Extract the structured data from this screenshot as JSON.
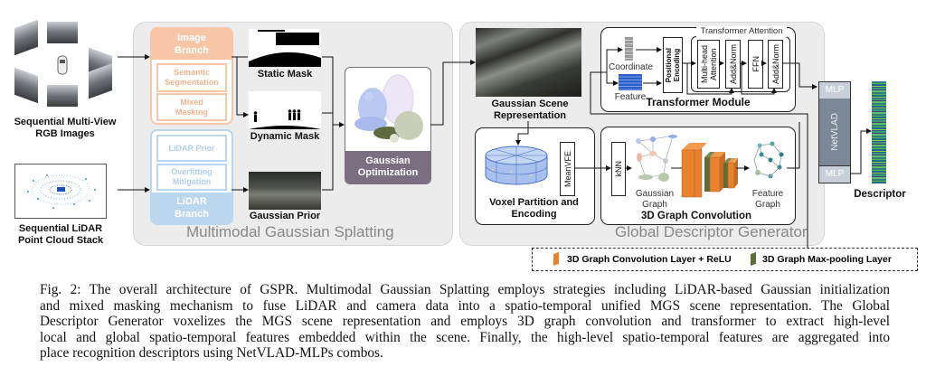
{
  "inputs": {
    "rgb_label": [
      "Sequential Multi-View",
      "RGB Images"
    ],
    "lidar_label": [
      "Sequential LiDAR",
      "Point Cloud Stack"
    ]
  },
  "mgs_panel": {
    "title": "Multimodal Gaussian Splatting",
    "image_branch": {
      "title": [
        "Image",
        "Branch"
      ],
      "items": [
        [
          "Semantic",
          "Segmentation"
        ],
        [
          "Mixed",
          "Masking"
        ]
      ],
      "color": "#f6c6a6"
    },
    "lidar_branch": {
      "title": [
        "LiDAR",
        "Branch"
      ],
      "items": [
        [
          "LiDAR Prior"
        ],
        [
          "Overfitting",
          "Mitigation"
        ]
      ],
      "color": "#bcd6ee"
    },
    "static_mask_label": "Static Mask",
    "dynamic_mask_label": "Dynamic Mask",
    "gaussian_prior_label": "Gaussian Prior",
    "gaussian_optimization": {
      "label": [
        "Gaussian",
        "Optimization"
      ],
      "color": "#7a6e80"
    }
  },
  "gdg_panel": {
    "title": "Global Descriptor Generator",
    "scene_label": [
      "Gaussian Scene",
      "Representation"
    ],
    "transformer": {
      "module_label": "Transformer Module",
      "attention_label": "Transformer Attention",
      "coordinate_label": "Coordinate",
      "feature_label": "Feature",
      "positional_encoding": [
        "Positional",
        "Encoding"
      ],
      "multi_head": [
        "Multi-head",
        "Attention"
      ],
      "add_norm_1": "Add&Norm",
      "ffn": "FFN",
      "add_norm_2": "Add&Norm"
    },
    "voxel": {
      "label": [
        "Voxel Partition and",
        "Encoding"
      ],
      "meanvfe": "MeanVFE"
    },
    "graph_conv": {
      "label": "3D Graph Convolution",
      "knn": "kNN",
      "gaussian_graph": [
        "Gaussian",
        "Graph"
      ],
      "feature_graph": [
        "Feature",
        "Graph"
      ]
    },
    "netvlad": {
      "mlp_top": "MLP",
      "netvlad": "NetVLAD",
      "mlp_bottom": "MLP"
    },
    "descriptor_label": "Descriptor"
  },
  "legend": {
    "items": [
      {
        "label": "3D Graph Convolution Layer + ReLU",
        "color": "#e8822e"
      },
      {
        "label": "3D Graph Max-pooling Layer",
        "color": "#5e6e3a"
      }
    ]
  },
  "caption": {
    "lines": [
      "Fig. 2: The overall architecture of GSPR. Multimodal Gaussian Splatting employs strategies including LiDAR-based Gaussian initialization",
      "and mixed masking mechanism to fuse LiDAR and camera data into a spatio-temporal unified MGS scene representation. The Global",
      "Descriptor Generator voxelizes the MGS scene representation and employs 3D graph convolution and transformer to extract high-level",
      "local and global spatio-temporal features embedded within the scene. Finally, the high-level spatio-temporal features are aggregated into",
      "place recognition descriptors using NetVLAD-MLPs combos."
    ]
  }
}
